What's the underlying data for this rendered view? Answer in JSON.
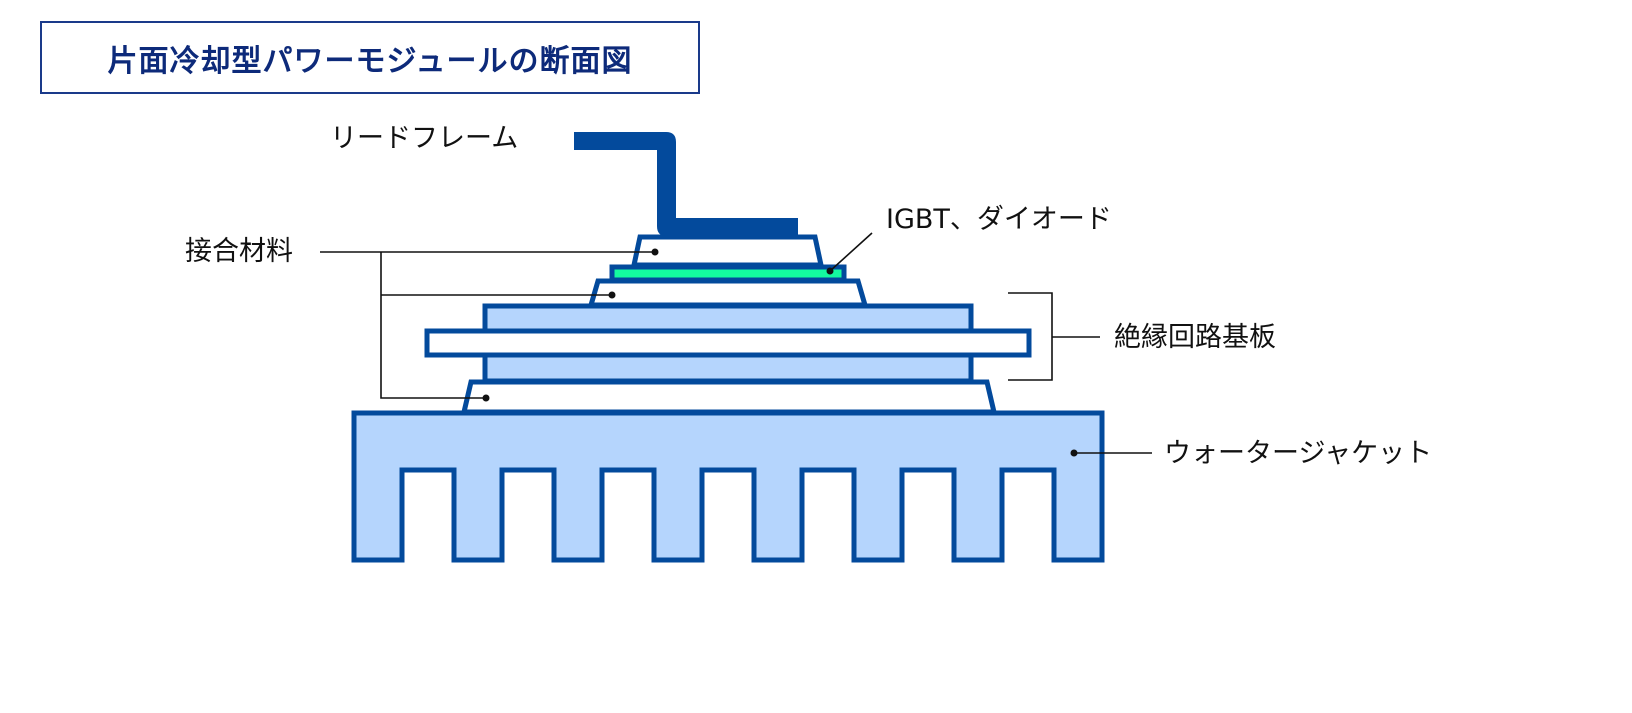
{
  "title": "片面冷却型パワーモジュールの断面図",
  "labels": {
    "lead_frame": "リードフレーム",
    "bonding_material": "接合材料",
    "chip": "IGBT、ダイオード",
    "insulated_substrate": "絶縁回路基板",
    "water_jacket": "ウォータージャケット"
  },
  "colors": {
    "outline": "#034a9c",
    "fill_light": "#b5d5fd",
    "chip": "#14fb9f",
    "title": "#0d2a7a"
  }
}
